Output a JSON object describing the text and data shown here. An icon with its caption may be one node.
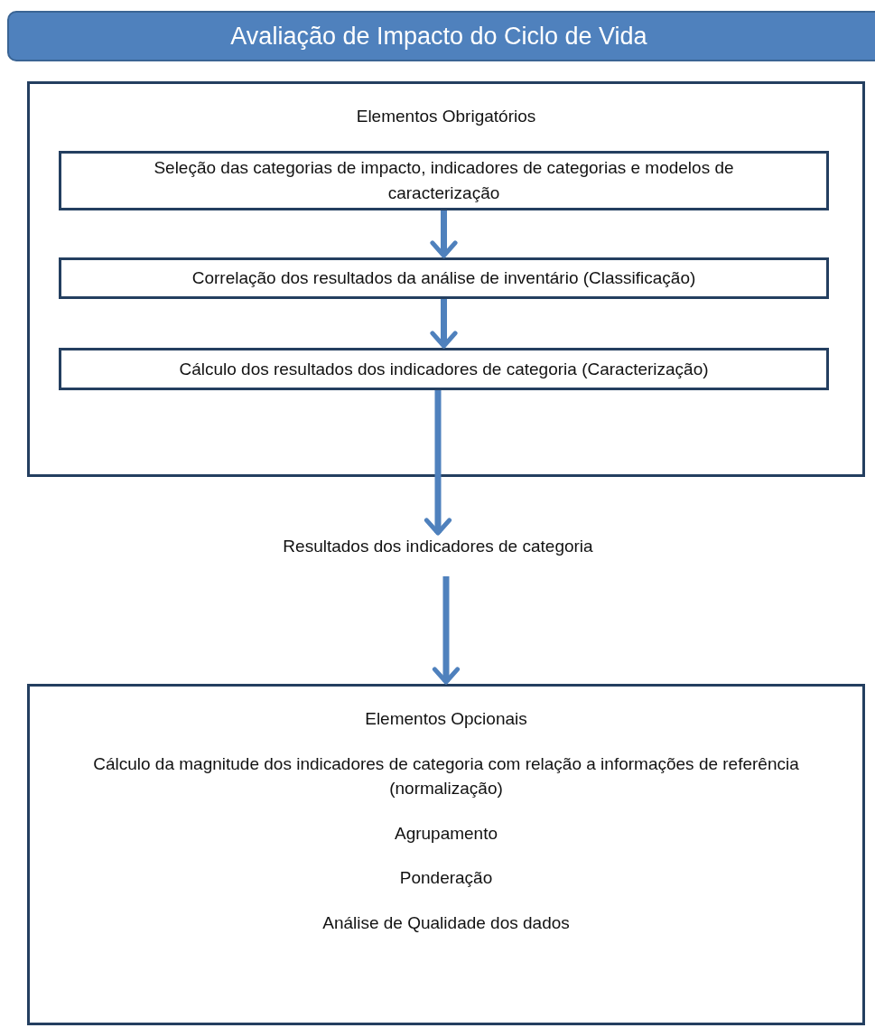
{
  "diagram": {
    "title": "Avaliação de Impacto do Ciclo de Vida",
    "nodes": [
      {
        "text": [
          "Elementos Obrigatórios"
        ]
      },
      {
        "text": [
          "Seleção das categorias de impacto, indicadores de categorias e modelos de caracterização"
        ],
        "in": 0
      },
      {
        "text": [
          "Correlação dos resultados da análise de inventário (Classificação)"
        ],
        "in": 0
      },
      {
        "text": [
          "Cálculo dos resultados dos indicadores de categoria (Caracterização)"
        ],
        "in": 0
      },
      {
        "text": [
          "Resultados dos indicadores de categoria"
        ]
      },
      {
        "text": [
          "Elementos Opcionais",
          "Cálculo da magnitude dos indicadores de categoria com relação a informações de referência (normalização)",
          "Agrupamento",
          "Ponderação",
          "Análise de Qualidade dos dados"
        ]
      }
    ],
    "edges": [
      {
        "from": 1,
        "to": 2,
        "arrow": "to"
      },
      {
        "from": 2,
        "to": 3,
        "arrow": "to"
      },
      {
        "from": 3,
        "to": 4,
        "arrow": "to"
      },
      {
        "from": 4,
        "to": 5,
        "arrow": "to"
      }
    ]
  }
}
